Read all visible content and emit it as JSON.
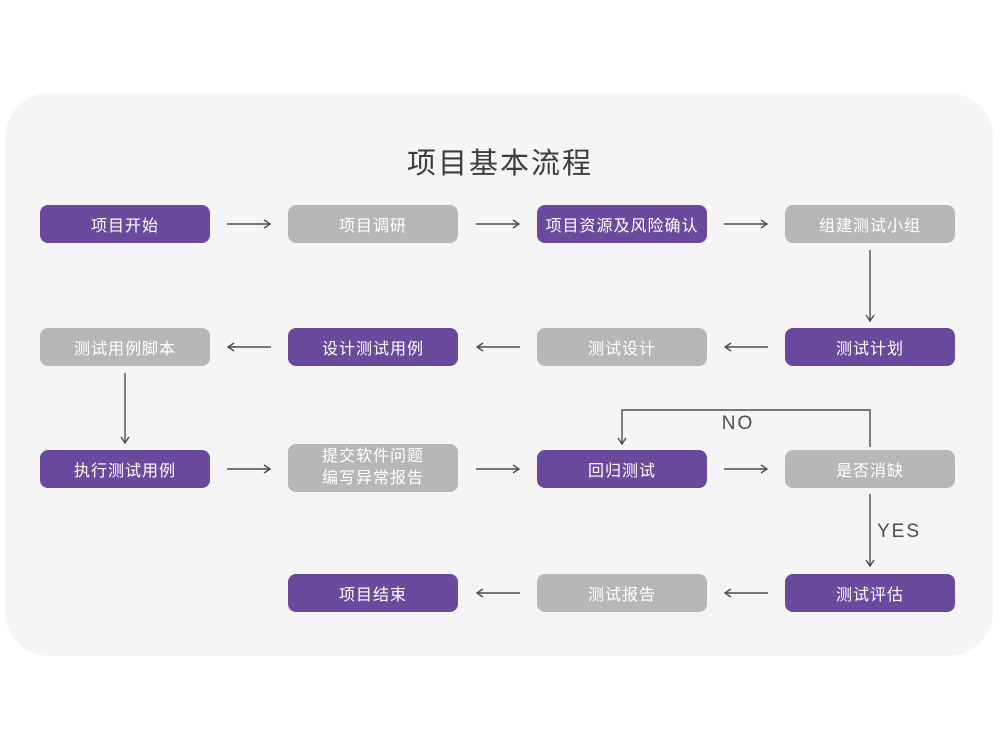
{
  "title": "项目基本流程",
  "colors": {
    "primary_node": "#6b4a9d",
    "secondary_node": "#b7b7b7",
    "panel_background": "#f5f5f5",
    "page_background": "#ffffff",
    "arrow": "#4d4d4d",
    "title_text": "#3d3d3d",
    "node_text": "#ffffff"
  },
  "branch_labels": {
    "no": "NO",
    "yes": "YES"
  },
  "nodes": [
    {
      "id": "project-start",
      "label": "项目开始",
      "type": "primary"
    },
    {
      "id": "project-research",
      "label": "项目调研",
      "type": "secondary"
    },
    {
      "id": "resource-risk",
      "label": "项目资源及风险确认",
      "type": "primary"
    },
    {
      "id": "build-test-team",
      "label": "组建测试小组",
      "type": "secondary"
    },
    {
      "id": "case-script",
      "label": "测试用例脚本",
      "type": "secondary"
    },
    {
      "id": "design-case",
      "label": "设计测试用例",
      "type": "primary"
    },
    {
      "id": "test-design",
      "label": "测试设计",
      "type": "secondary"
    },
    {
      "id": "test-plan",
      "label": "测试计划",
      "type": "primary"
    },
    {
      "id": "run-case",
      "label": "执行测试用例",
      "type": "primary"
    },
    {
      "id": "submit-issue",
      "label_line1": "提交软件问题",
      "label_line2": "编写异常报告",
      "type": "secondary"
    },
    {
      "id": "regression-test",
      "label": "回归测试",
      "type": "primary"
    },
    {
      "id": "defect-cleared",
      "label": "是否消缺",
      "type": "secondary"
    },
    {
      "id": "project-end",
      "label": "项目结束",
      "type": "primary"
    },
    {
      "id": "test-report",
      "label": "测试报告",
      "type": "secondary"
    },
    {
      "id": "test-evaluate",
      "label": "测试评估",
      "type": "primary"
    }
  ],
  "edges": [
    {
      "from": "project-start",
      "to": "project-research"
    },
    {
      "from": "project-research",
      "to": "resource-risk"
    },
    {
      "from": "resource-risk",
      "to": "build-test-team"
    },
    {
      "from": "build-test-team",
      "to": "test-plan"
    },
    {
      "from": "test-plan",
      "to": "test-design"
    },
    {
      "from": "test-design",
      "to": "design-case"
    },
    {
      "from": "design-case",
      "to": "case-script"
    },
    {
      "from": "case-script",
      "to": "run-case"
    },
    {
      "from": "run-case",
      "to": "submit-issue"
    },
    {
      "from": "submit-issue",
      "to": "regression-test"
    },
    {
      "from": "regression-test",
      "to": "defect-cleared"
    },
    {
      "from": "defect-cleared",
      "to": "regression-test",
      "label": "NO"
    },
    {
      "from": "defect-cleared",
      "to": "test-evaluate",
      "label": "YES"
    },
    {
      "from": "test-evaluate",
      "to": "test-report"
    },
    {
      "from": "test-report",
      "to": "project-end"
    }
  ]
}
